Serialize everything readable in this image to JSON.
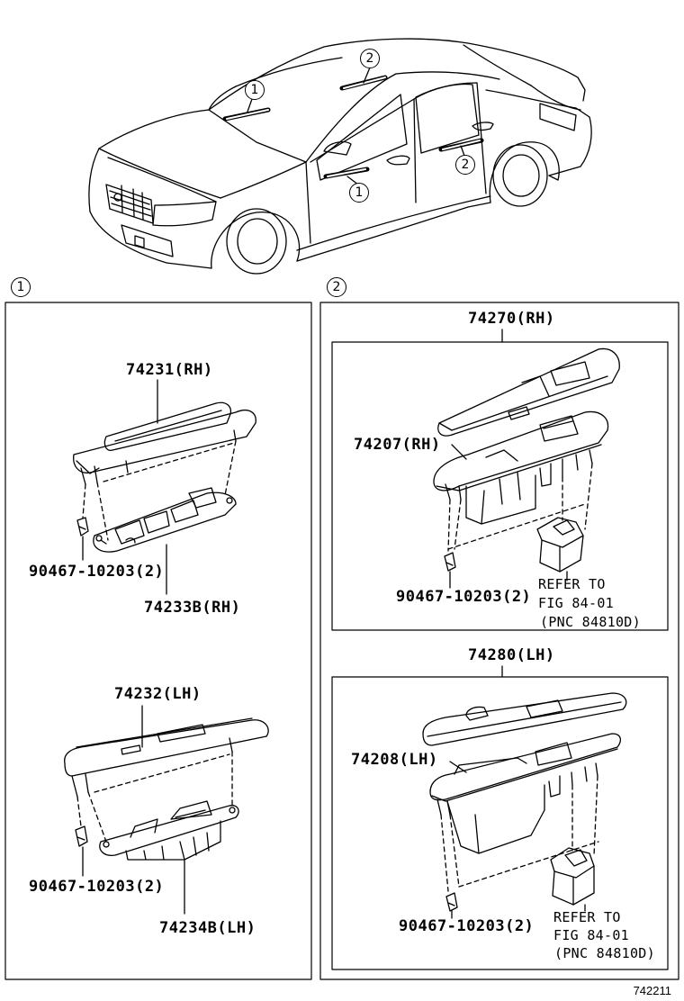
{
  "callouts": {
    "one": "1",
    "two": "2"
  },
  "section_markers": {
    "one": "1",
    "two": "2"
  },
  "left_panel": {
    "part_74231": "74231(RH)",
    "clip_rh": "90467-10203(2)",
    "part_74233b": "74233B(RH)",
    "part_74232": "74232(LH)",
    "clip_lh": "90467-10203(2)",
    "part_74234b": "74234B(LH)"
  },
  "right_panel": {
    "assy_rh": "74270(RH)",
    "part_74207": "74207(RH)",
    "clip_rh": "90467-10203(2)",
    "refer_rh_1": "REFER TO",
    "refer_rh_2": "FIG 84-01",
    "refer_rh_3": "(PNC 84810D)",
    "assy_lh": "74280(LH)",
    "part_74208": "74208(LH)",
    "clip_lh": "90467-10203(2)",
    "refer_lh_1": "REFER TO",
    "refer_lh_2": "FIG 84-01",
    "refer_lh_3": "(PNC 84810D)"
  },
  "figure_number": "742211"
}
